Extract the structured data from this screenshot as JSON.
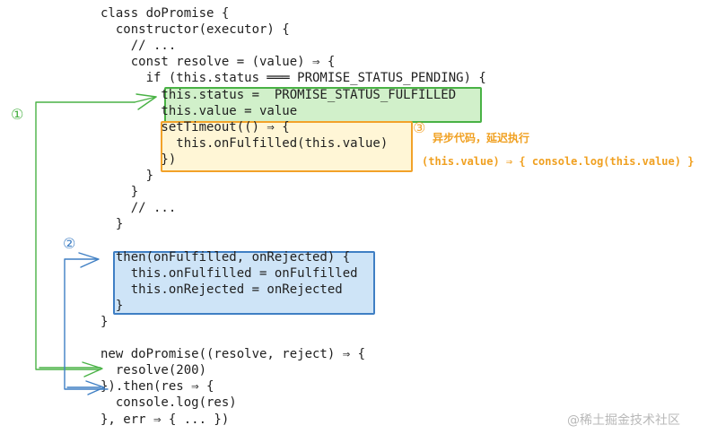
{
  "code_lines": [
    "class doPromise {",
    "  constructor(executor) {",
    "    // ...",
    "    const resolve = (value) ⇒ {",
    "      if (this.status ═══ PROMISE_STATUS_PENDING) {",
    "        this.status =  PROMISE_STATUS_FULFILLED",
    "        this.value = value",
    "        setTimeout(() ⇒ {",
    "          this.onFulfilled(this.value)",
    "        })",
    "      }",
    "    }",
    "    // ...",
    "  }",
    "",
    "  then(onFulfilled, onRejected) {",
    "    this.onFulfilled = onFulfilled",
    "    this.onRejected = onRejected",
    "  }",
    "}",
    "",
    "new doPromise((resolve, reject) ⇒ {",
    "  resolve(200)",
    "}).then(res ⇒ {",
    "  console.log(res)",
    "}, err ⇒ { ... })"
  ],
  "markers": {
    "one": "①",
    "two": "②",
    "three": "③"
  },
  "annotations": {
    "async_note": "异步代码，延迟执行",
    "callback_note": "(this.value) ⇒ { console.log(this.value) }"
  },
  "watermark": "@稀土掘金技术社区",
  "colors": {
    "green": "#49b245",
    "orange": "#f2a229",
    "blue": "#3f7fc4"
  }
}
